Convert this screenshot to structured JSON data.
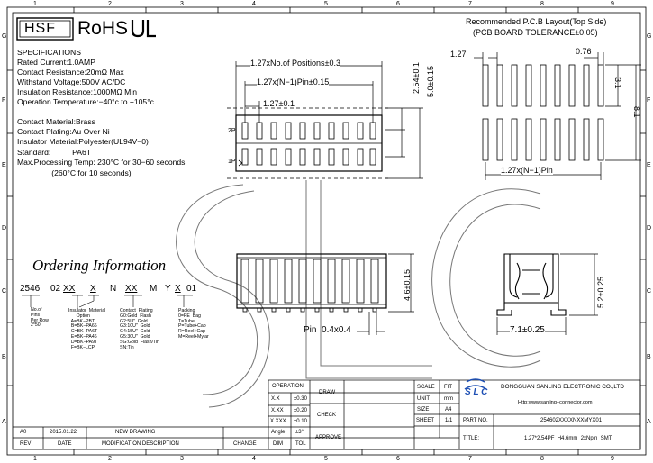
{
  "border": {
    "cols": [
      "1",
      "2",
      "3",
      "4",
      "5",
      "6",
      "7",
      "8",
      "9"
    ],
    "rows": [
      "G",
      "F",
      "E",
      "D",
      "C",
      "B",
      "A"
    ]
  },
  "header": {
    "brand": "HSF",
    "rohs": "RoHS",
    "ul": "UL"
  },
  "pcb": {
    "title": "Recommended P.C.B Layout(Top Side)",
    "subtitle": "(PCB BOARD TOLERANCE±0.05)",
    "dim_pitch": "1.27",
    "dim_width": "0.76",
    "dim_pad_len": "3.1",
    "dim_total": "8.1",
    "dim_span": "1.27x(N−1)Pin"
  },
  "specs": {
    "title": "SPECIFICATIONS",
    "lines": [
      "Rated Current:1.0AMP",
      "Contact Resistance:20mΩ Max",
      "Withstand Voltage:500V AC/DC",
      "Insulation Resistance:1000MΩ Min",
      "Operation Temperature:−40°c to +105°c"
    ],
    "lines2": [
      "Contact Material:Brass",
      "Contact Plating:Au Over Ni",
      "Insulator Material:Polyester(UL94V−0)",
      "Standard:          PA6T",
      "Max.Processing Temp: 230°C for 30−60 seconds",
      "                (260°C for 10 seconds)"
    ]
  },
  "top_view": {
    "dim_total": "1.27xNo.of Positions±0.3",
    "dim_span": "1.27x(N−1)Pin±0.15",
    "dim_pitch": "1.27±0.1",
    "dim_row": "2.54±0.1",
    "dim_depth": "5.0±0.15",
    "row_2p": "2P",
    "row_1p": "1P"
  },
  "front_view": {
    "dim_height": "4.6±0.15",
    "dim_pin": "Pin  0.4x0.4"
  },
  "side_view": {
    "dim_height": "5.2±0.25",
    "dim_width": "7.1±0.25"
  },
  "ordering": {
    "title": "Ordering Information",
    "code": [
      "2546",
      "02",
      "XX",
      "X",
      "N",
      "XX",
      "M",
      "Y",
      "X",
      "01"
    ],
    "legend_pins": "No.of\nPins\nPer Row\n2*50",
    "legend_insulator": "Insulator  Material\n      Option\n  A=BK−PBT\n  B=BK−PA66\n  C=BK−PA6T\n  E=BK−PA46\n  D=BK−PA9T\n  F=BK−LCP",
    "legend_plating": "Contact  Plating\nG0:Gold  Flash\nG2:5U\"  Gold\nG3:10U\"  Gold\nG4:15U\"  Gold\nG5:30U\"  Gold\nSG:Gold  Flash/Tin\nSN:Tin",
    "legend_packing": "Packing\n0=PE  Bag\nT=Tube\nP=Tube+Cap\nR=Reel+Cap\nM=Reel+Mylar"
  },
  "title_block": {
    "operation": "OPERATION",
    "tol_rows": [
      {
        "k": "X.X",
        "v": "±0.30"
      },
      {
        "k": "X.XX",
        "v": "±0.20"
      },
      {
        "k": "X.XXX",
        "v": "±0.10"
      },
      {
        "k": "Angle",
        "v": "±3°"
      },
      {
        "k": "DIM",
        "v": "TOL"
      }
    ],
    "draw": "DRAW",
    "check": "CHECK",
    "approve": "APPROVE",
    "scale": "SCALE",
    "scale_val": "FIT",
    "unit": "UNIT",
    "unit_val": "mm",
    "size": "SIZE",
    "size_val": "A4",
    "sheet": "SHEET",
    "sheet_val": "1/1",
    "company": "DONGGUAN SANLING ELECTRONIC CO.,LTD",
    "logo": "S L C",
    "website": "Http:www.sanling−connector.com",
    "part_no_label": "PART NO.",
    "part_no": "254602XXXXNXXMYX01",
    "title_label": "TITLE:",
    "title": "1.27*2.54PF  H4.6mm  2xNpin  SMT",
    "rev": "A0",
    "date": "2015.01.22",
    "desc": "NEW DRAWING",
    "hdr_rev": "REV",
    "hdr_date": "DATE",
    "hdr_desc": "MODIFICATION DESCRIPTION",
    "hdr_change": "CHANGE"
  }
}
